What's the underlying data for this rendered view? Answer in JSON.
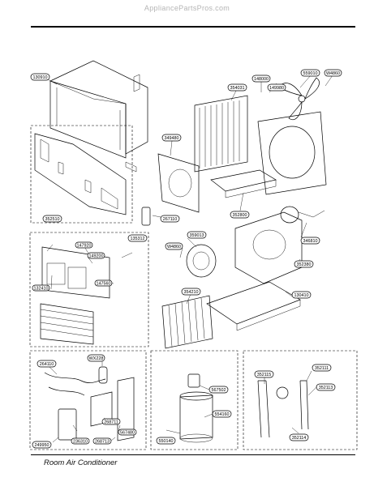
{
  "site_watermark": "AppliancePartsPros.com",
  "footer_caption": "Room Air Conditioner",
  "part_labels": {
    "p130910": "130910",
    "p354031": "354031",
    "p148000": "148000",
    "p149980": "149980",
    "p559010": "559010",
    "pW4860": "W4860",
    "p349480": "349480",
    "p352800": "352800",
    "p267110": "267110",
    "p346810": "346810",
    "p352380": "352380",
    "p130410": "130410",
    "p352510": "352510",
    "p135312": "135312",
    "p147920": "147920",
    "p149200": "149200",
    "p147560": "147560",
    "p132410": "132410",
    "p359013": "359013",
    "pW4860b": "W4860",
    "p354210": "354210",
    "p264110": "264110",
    "pWX228": "WX228",
    "p268711": "268711",
    "p567480": "567480",
    "p236310": "236310",
    "p268713": "268713",
    "p249950": "249950",
    "p567502": "567502",
    "p554160": "554160",
    "p550140": "550140",
    "p352115": "352115",
    "p352111": "352111",
    "p352113": "352113",
    "p352114": "352114"
  }
}
